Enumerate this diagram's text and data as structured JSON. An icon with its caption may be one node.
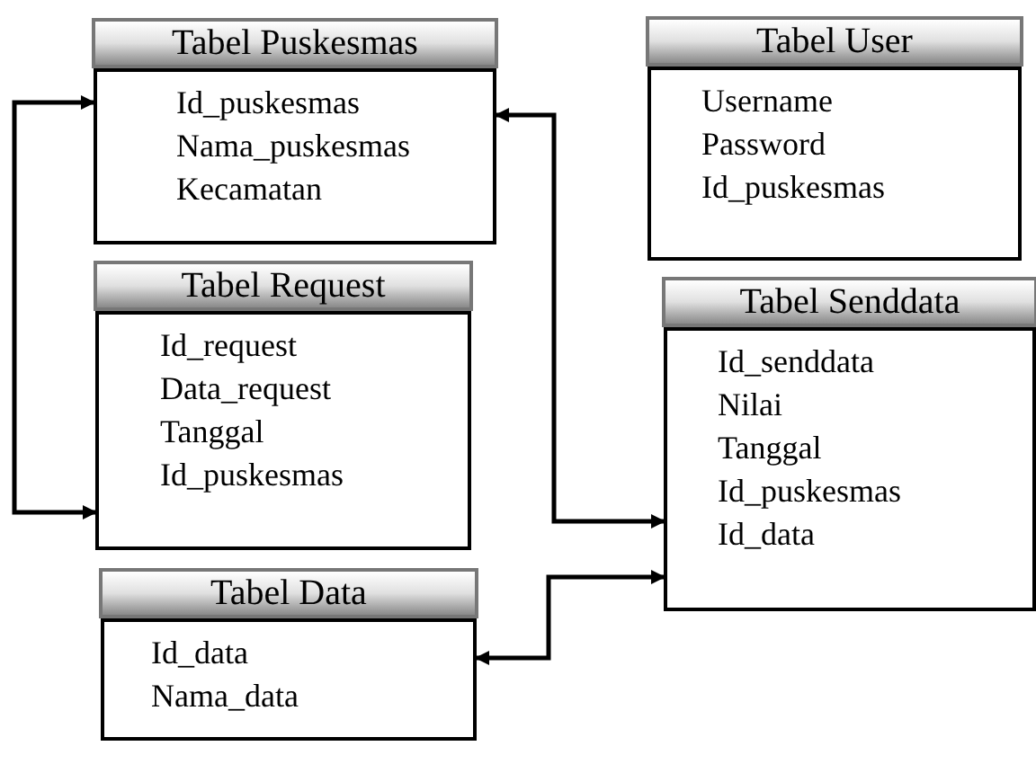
{
  "diagram": {
    "nodes": [
      {
        "text": [
          "Tabel Puskesmas",
          "Id_puskesmas",
          "Nama_puskesmas",
          "Kecamatan"
        ]
      },
      {
        "text": [
          "Tabel User",
          "Username",
          "Password",
          "Id_puskesmas"
        ]
      },
      {
        "text": [
          "Tabel Request",
          "Id_request",
          "Data_request",
          "Tanggal",
          "Id_puskesmas"
        ]
      },
      {
        "text": [
          "Tabel Senddata",
          "Id_senddata",
          "Nilai",
          "Tanggal",
          "Id_puskesmas",
          "Id_data"
        ]
      },
      {
        "text": [
          "Tabel Data",
          "Id_data",
          "Nama_data"
        ]
      }
    ],
    "edges": [
      {
        "from": 0,
        "to": 2,
        "arrow": "both"
      },
      {
        "from": 0,
        "to": 3,
        "arrow": "both"
      },
      {
        "from": 4,
        "to": 3,
        "arrow": "both"
      }
    ]
  }
}
